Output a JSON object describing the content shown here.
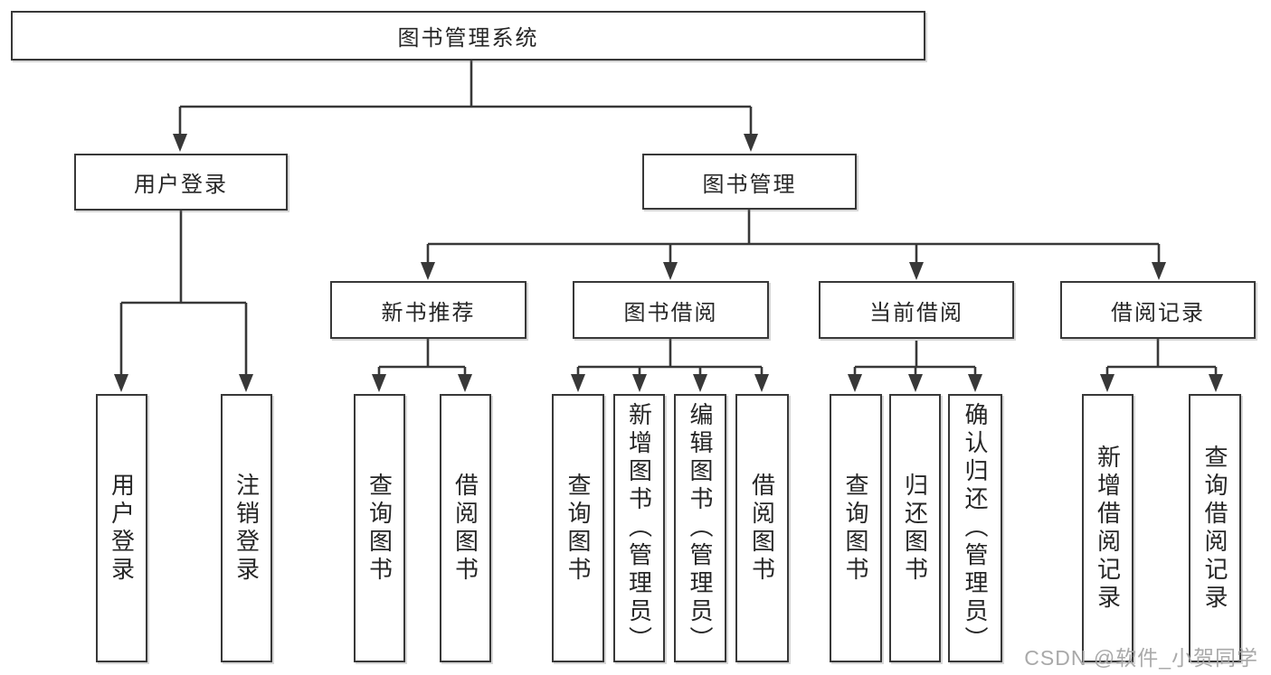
{
  "nodes": {
    "root": {
      "label": "图书管理系统"
    },
    "user_login_group": {
      "label": "用户登录"
    },
    "book_mgmt_group": {
      "label": "图书管理"
    },
    "new_book_rec": {
      "label": "新书推荐"
    },
    "book_borrow": {
      "label": "图书借阅"
    },
    "current_borrow": {
      "label": "当前借阅"
    },
    "borrow_records": {
      "label": "借阅记录"
    },
    "leaf_user_login": {
      "label": "用户登录"
    },
    "leaf_logout": {
      "label": "注销登录"
    },
    "leaf_nb_query": {
      "label": "查询图书"
    },
    "leaf_nb_borrow": {
      "label": "借阅图书"
    },
    "leaf_bb_query": {
      "label": "查询图书"
    },
    "leaf_bb_add": {
      "label": "新增图书（管理员）"
    },
    "leaf_bb_edit": {
      "label": "编辑图书（管理员）"
    },
    "leaf_bb_borrow": {
      "label": "借阅图书"
    },
    "leaf_cb_query": {
      "label": "查询图书"
    },
    "leaf_cb_return": {
      "label": "归还图书"
    },
    "leaf_cb_confirm": {
      "label": "确认归还（管理员）"
    },
    "leaf_br_add": {
      "label": "新增借阅记录"
    },
    "leaf_br_query": {
      "label": "查询借阅记录"
    }
  },
  "watermark": "CSDN @软件_小贺同学",
  "colors": {
    "line": "#383838",
    "box_border": "#383838",
    "box_fill": "#ffffff",
    "text": "#262626",
    "watermark": "#a4a4a4"
  }
}
